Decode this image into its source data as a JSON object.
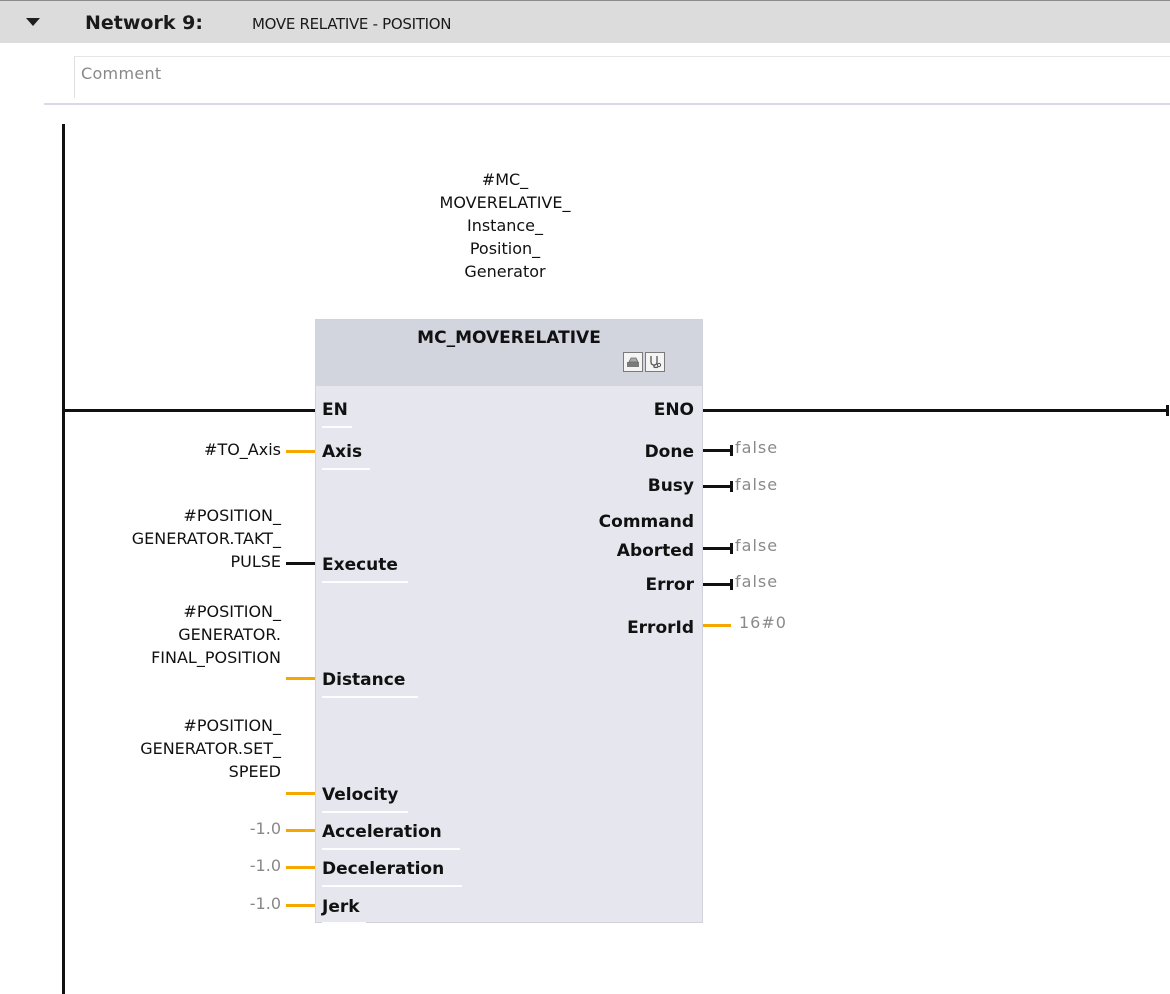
{
  "network": {
    "label": "Network 9:",
    "title": "MOVE RELATIVE - POSITION",
    "comment_placeholder": "Comment"
  },
  "block": {
    "instance_name": "#MC_ MOVERELATIVE_ Instance_ Position_ Generator",
    "instance_lines": [
      "#MC_",
      "MOVERELATIVE_",
      "Instance_",
      "Position_",
      "Generator"
    ],
    "type_name": "MC_MOVERELATIVE",
    "icons": [
      "open-block-icon",
      "diagnostics-icon"
    ],
    "inputs": [
      {
        "name": "EN",
        "param_lines": [],
        "wire": "bool"
      },
      {
        "name": "Axis",
        "param_lines": [
          "#TO_Axis"
        ],
        "wire": "data"
      },
      {
        "name": "Execute",
        "param_lines": [
          "#POSITION_",
          "GENERATOR.TAKT_",
          "PULSE"
        ],
        "wire": "bool"
      },
      {
        "name": "Distance",
        "param_lines": [
          "#POSITION_",
          "GENERATOR.",
          "FINAL_POSITION"
        ],
        "wire": "data"
      },
      {
        "name": "Velocity",
        "param_lines": [
          "#POSITION_",
          "GENERATOR.SET_",
          "SPEED"
        ],
        "wire": "data"
      },
      {
        "name": "Acceleration",
        "param_lines": [
          "-1.0"
        ],
        "wire": "data"
      },
      {
        "name": "Deceleration",
        "param_lines": [
          "-1.0"
        ],
        "wire": "data"
      },
      {
        "name": "Jerk",
        "param_lines": [
          "-1.0"
        ],
        "wire": "data"
      }
    ],
    "outputs": [
      {
        "name": "ENO",
        "value": "",
        "wire": "bool"
      },
      {
        "name": "Done",
        "value": "false",
        "wire": "bool"
      },
      {
        "name": "Busy",
        "value": "false",
        "wire": "bool"
      },
      {
        "name": "Command Aborted",
        "label_lines": [
          "Command",
          "Aborted"
        ],
        "value": "false",
        "wire": "bool"
      },
      {
        "name": "Error",
        "value": "false",
        "wire": "bool"
      },
      {
        "name": "ErrorId",
        "value": "16#0",
        "wire": "data"
      }
    ]
  },
  "colors": {
    "header_bg": "#dcdcdc",
    "block_bg": "#e6e6ee",
    "block_head_bg": "#d2d4de",
    "bool_wire": "#111111",
    "data_wire": "#f5a700",
    "const_text": "#888888"
  }
}
